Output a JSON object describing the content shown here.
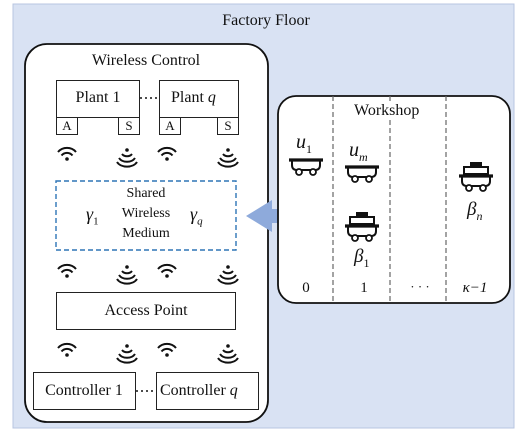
{
  "title": "Factory Floor",
  "wireless_control": {
    "title": "Wireless Control",
    "plant_first": "Plant 1",
    "plant_last_prefix": "Plant",
    "plant_last_index": "q",
    "actuator_label": "A",
    "sensor_label": "S",
    "medium": {
      "gamma_left": "γ",
      "gamma_left_sub": "1",
      "gamma_right": "γ",
      "gamma_right_sub": "q",
      "line1": "Shared",
      "line2": "Wireless",
      "line3": "Medium"
    },
    "access_point": "Access Point",
    "controller_first": "Controller 1",
    "controller_last_prefix": "Controller",
    "controller_last_index": "q"
  },
  "workshop": {
    "title": "Workshop",
    "u1": "u",
    "u1_sub": "1",
    "um": "u",
    "um_sub": "m",
    "beta1": "β",
    "beta1_sub": "1",
    "betan": "β",
    "betan_sub": "n",
    "cell_labels": [
      "0",
      "1",
      "· · ·",
      "κ−1"
    ]
  },
  "colors": {
    "background": "#d9e2f3",
    "arrow": "#8eaadb",
    "medium_border": "#2e75b6"
  }
}
